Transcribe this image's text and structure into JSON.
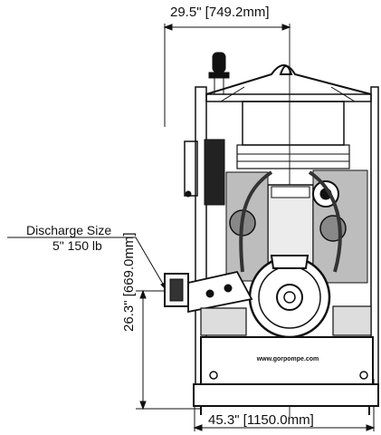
{
  "dimensions": {
    "top_width": "29.5\" [749.2mm]",
    "bottom_width": "45.3\" [1150.0mm]",
    "left_height": "26.3\" [669.0mm]"
  },
  "discharge": {
    "title": "Discharge Size",
    "value": "5\" 150 lb"
  },
  "machine": {
    "plate_text": "www.gorpompe.com"
  },
  "colors": {
    "ink": "#111111",
    "background": "#ffffff"
  }
}
